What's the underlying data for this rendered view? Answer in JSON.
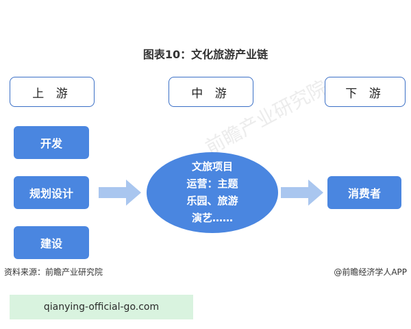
{
  "title": "图表10：文化旅游产业链",
  "stages": {
    "upstream": "上 游",
    "midstream": "中 游",
    "downstream": "下 游"
  },
  "upstream_items": [
    "开发",
    "规划设计",
    "建设"
  ],
  "center": {
    "lines": [
      "文旅项目",
      "运营：主题",
      "乐园、旅游",
      "演艺……"
    ]
  },
  "downstream_item": "消费者",
  "footer": {
    "source": "资料来源：前瞻产业研究院",
    "credit": "@前瞻经济学人APP"
  },
  "watermark_logo": "前瞻产业研究院",
  "url_banner": "qianying-official-go.com",
  "colors": {
    "box_blue": "#4a86e0",
    "stage_border": "#3a6fc6",
    "arrow_blue": "#a9c6ef",
    "banner_green": "#d9f3df"
  }
}
